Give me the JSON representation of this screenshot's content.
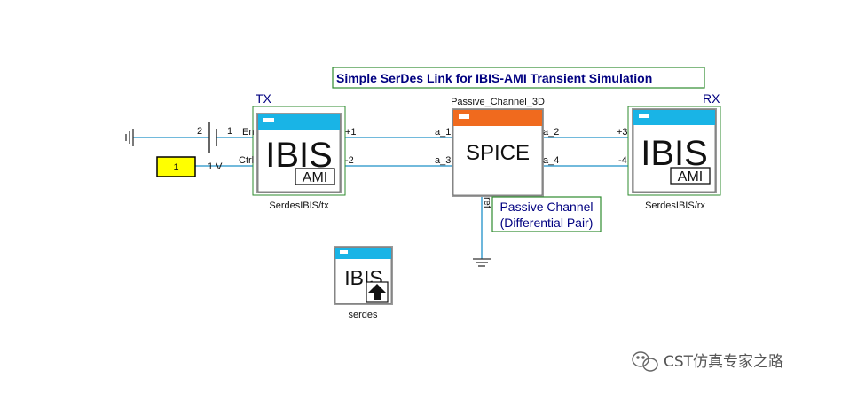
{
  "title": "Simple SerDes Link for IBIS-AMI Transient Simulation",
  "blocks": {
    "tx": {
      "tag": "TX",
      "main_text": "IBIS",
      "sub_text": "AMI",
      "name": "SerdesIBIS/tx",
      "pins": {
        "left_top": "En",
        "left_bottom": "Ctrl",
        "right_top": "+1",
        "right_bottom": "-2"
      }
    },
    "channel": {
      "header": "Passive_Channel_3D",
      "main_text": "SPICE",
      "pins": {
        "left_top": "a_1",
        "left_bottom": "a_3",
        "right_top": "a_2",
        "right_bottom": "a_4",
        "bottom": "ref"
      },
      "annotation_line1": "Passive Channel",
      "annotation_line2": "(Differential Pair)"
    },
    "rx": {
      "tag": "RX",
      "main_text": "IBIS",
      "sub_text": "AMI",
      "name": "SerdesIBIS/rx",
      "pins": {
        "left_top": "+3",
        "left_bottom": "-4"
      }
    },
    "serdes": {
      "main_text": "IBIS",
      "name": "serdes"
    }
  },
  "source": {
    "node_2": "2",
    "node_1": "1",
    "voltage_label": "1 V",
    "input_value": "1"
  },
  "watermark": "CST仿真专家之路",
  "colors": {
    "wire": "#1e90c8",
    "header_blue": "#19b4e6",
    "header_orange": "#f06a1e",
    "annotation_border": "#2e8b2e",
    "annotation_text": "#000080",
    "input_fill": "#ffff00"
  },
  "icons": [
    "ground-icon",
    "battery-icon",
    "upload-arrow-icon",
    "wechat-icon"
  ]
}
